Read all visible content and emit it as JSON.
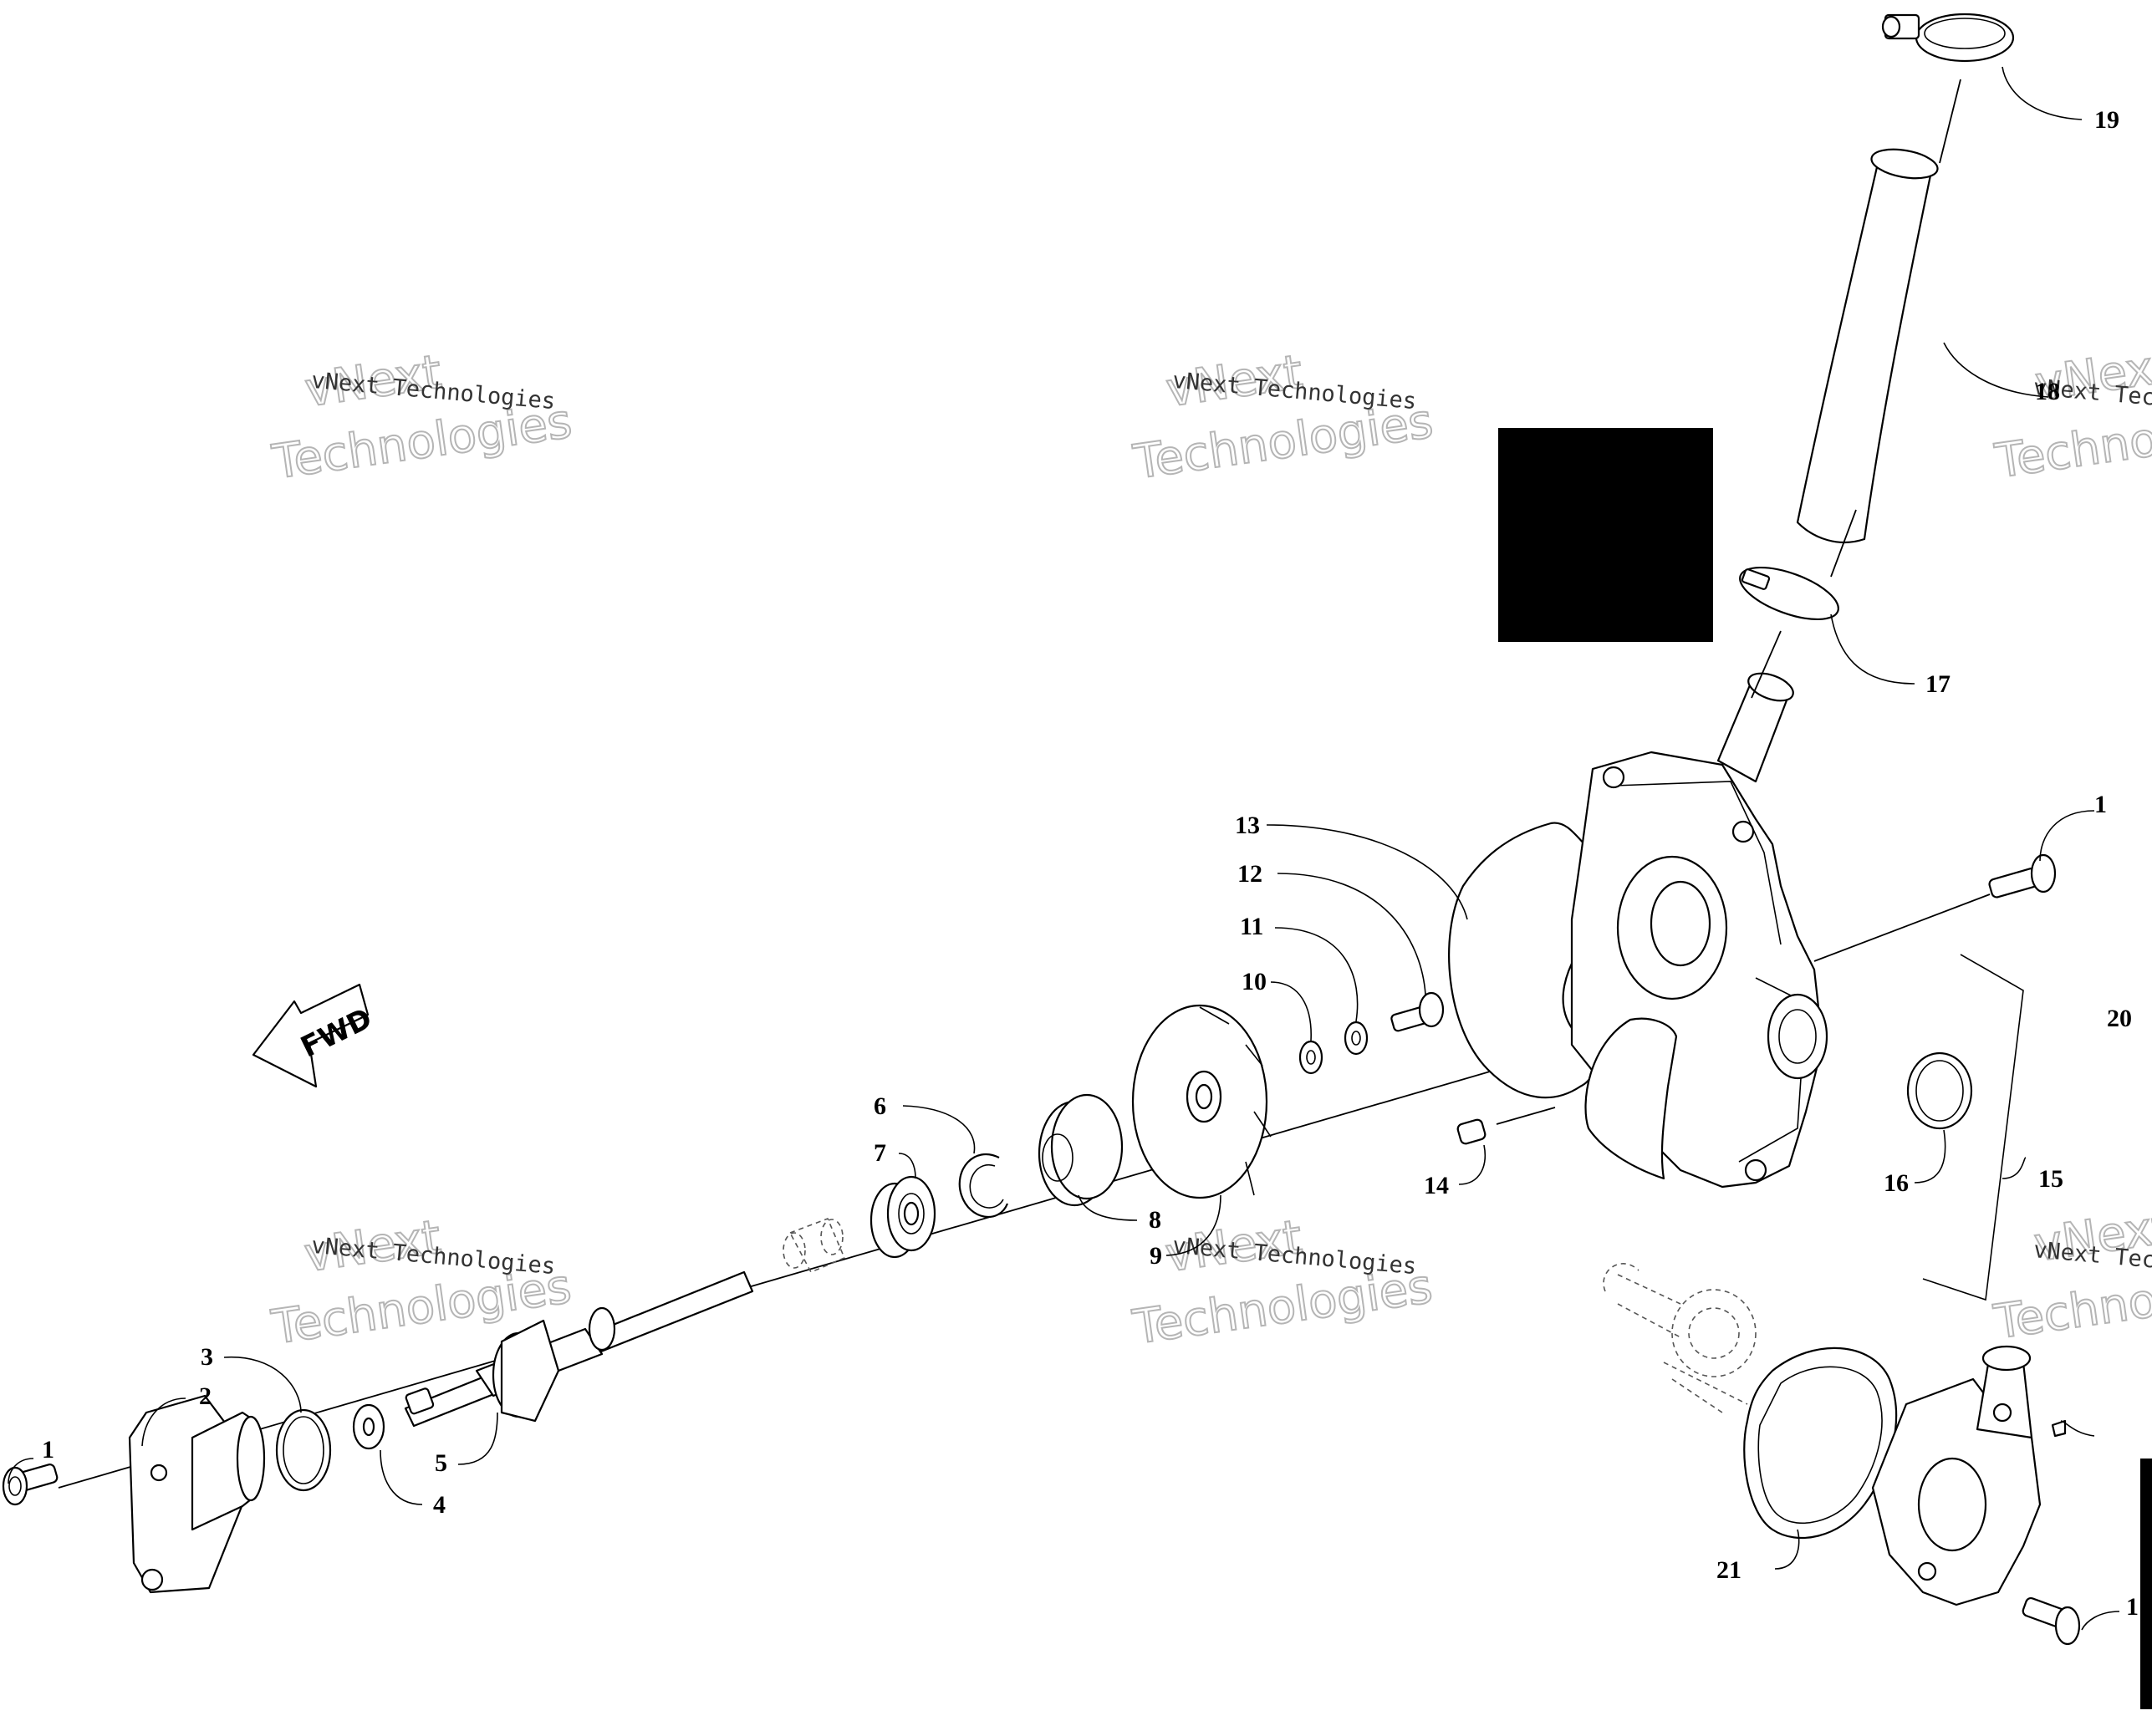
{
  "direction_label": "FWD",
  "watermark": {
    "small_text": "vNext Technologies",
    "big_line1": "vNext",
    "big_line2": "Technologies"
  },
  "callouts": {
    "c1_left": "1",
    "c1_right_top": "1",
    "c1_right_bottom": "1",
    "c2": "2",
    "c3": "3",
    "c4": "4",
    "c5": "5",
    "c6": "6",
    "c7": "7",
    "c8": "8",
    "c9": "9",
    "c10": "10",
    "c11": "11",
    "c12": "12",
    "c13": "13",
    "c14": "14",
    "c15": "15",
    "c16": "16",
    "c17": "17",
    "c18": "18",
    "c19": "19",
    "c20": "20",
    "c21": "21"
  },
  "colors": {
    "ink": "#000000",
    "watermark_outline": "#b5b5b5",
    "background": "#ffffff"
  }
}
